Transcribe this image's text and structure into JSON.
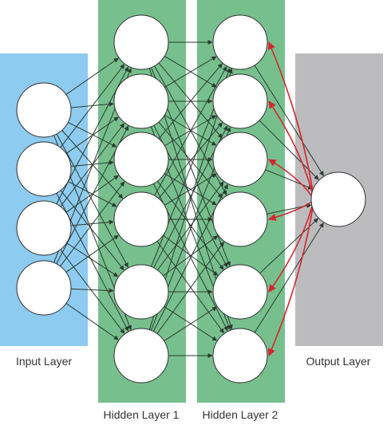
{
  "layers": [
    {
      "key": "input",
      "label": "Input Layer",
      "nodes": 4,
      "color": "#8ecbf1"
    },
    {
      "key": "hidden1",
      "label": "Hidden Layer 1",
      "nodes": 6,
      "color": "#77c08e"
    },
    {
      "key": "hidden2",
      "label": "Hidden Layer 2",
      "nodes": 6,
      "color": "#77c08e"
    },
    {
      "key": "output",
      "label": "Output Layer",
      "nodes": 1,
      "color": "#bcbcbe"
    }
  ],
  "colors": {
    "node_fill": "#ffffff",
    "node_stroke": "#2f2f2f",
    "edge": "#2a3a2f",
    "feedback_arrow": "#d4262e"
  }
}
